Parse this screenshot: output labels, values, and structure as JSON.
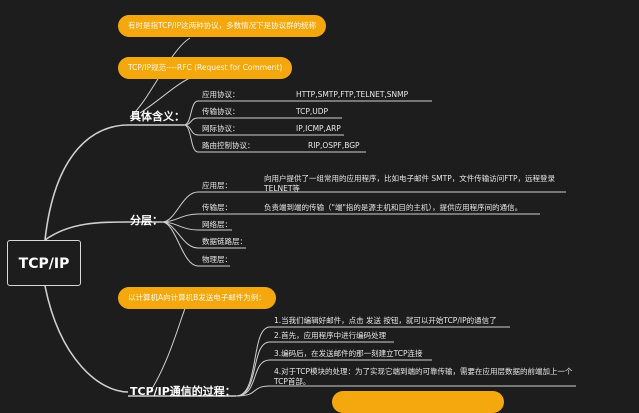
{
  "root": "TCP/IP",
  "notes": {
    "top": "有时是指TCP/IP这两种协议，多数情况下是协议群的统称",
    "rfc": "TCP/IP规范----RFC (Request for Comment)",
    "email": "以计算机A向计算机B发送电子邮件为例："
  },
  "meaning": {
    "title": "具体含义：",
    "items": [
      {
        "label": "应用协议：",
        "value": "HTTP,SMTP,FTP,TELNET,SNMP"
      },
      {
        "label": "传输协议：",
        "value": "TCP,UDP"
      },
      {
        "label": "网际协议：",
        "value": "IP,ICMP,ARP"
      },
      {
        "label": "路由控制协议：",
        "value": "RIP,OSPF,BGP"
      }
    ]
  },
  "layers": {
    "title": "分层：",
    "items": [
      {
        "label": "应用层：",
        "desc": "向用户提供了一组常用的应用程序，比如电子邮件 SMTP，文件传输访问FTP，远程登录TELNET等"
      },
      {
        "label": "传输层：",
        "desc": "负责端到端的传输（\"端\"指的是源主机和目的主机），提供应用程序间的通信。"
      },
      {
        "label": "网络层：",
        "desc": ""
      },
      {
        "label": "数据链路层：",
        "desc": ""
      },
      {
        "label": "物理层：",
        "desc": ""
      }
    ]
  },
  "process": {
    "title": "TCP/IP通信的过程：",
    "steps": [
      "1.当我们编辑好邮件，点击 发送 按钮，就可以开始TCP/IP的通信了",
      "2.首先，应用程序中进行编码处理",
      "3.编码后，在发送邮件的那一刻建立TCP连接",
      "4.对于TCP模块的处理：为了实现它端到端的可靠传输，需要在应用层数据的前端加上一个TCP首部。"
    ]
  },
  "colors": {
    "background": "#1d1d1d",
    "accent": "#f4a80d",
    "line": "#d0d0d0",
    "text": "#e8e8e8"
  }
}
